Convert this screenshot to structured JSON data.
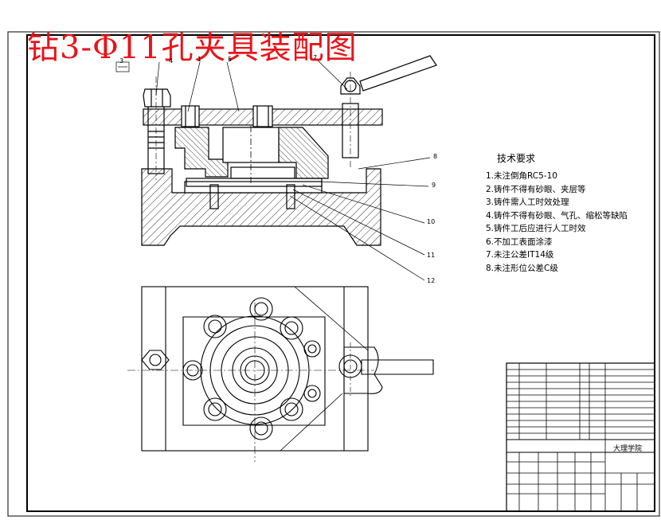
{
  "drawing": {
    "title": "钻3-Φ11孔夹具装配图",
    "tech_requirements": {
      "heading": "技术要求",
      "items": [
        "1.未注倒角RC5-10",
        "2.铸件不得有砂眼、夹层等",
        "3.铸件需人工时效处理",
        "4.铸件不得有砂眼、气孔、缩松等缺陷",
        "5.铸件工后应进行人工时效",
        "6.不加工表面涂漆",
        "7.未注公差IT14级",
        "8.未注形位公差C级"
      ]
    },
    "callouts": [
      "3",
      "4",
      "1",
      "5",
      "7",
      "8",
      "9",
      "10",
      "11",
      "12"
    ],
    "title_block": {
      "school": "大理学院"
    }
  }
}
